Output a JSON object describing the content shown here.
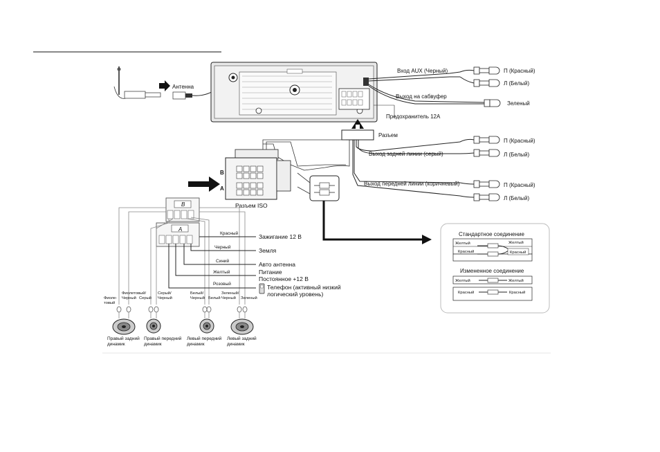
{
  "unit": {
    "antenna_label": "Антенна",
    "fuse_label": "Предохранитель 12А",
    "aux_in_label": "Вход AUX (Черный)",
    "sub_out_label": "Выход на сабвуфер",
    "aux_right": "П (Красный)",
    "aux_left": "Л (Белый)",
    "sub_color": "Зеленый"
  },
  "connector": {
    "label": "Разъем",
    "rear_line_label": "Выход задней линии (серый)",
    "front_line_label": "Выход передней линии (коричневый)",
    "rear_right": "П (Красный)",
    "rear_left": "Л (Белый)",
    "front_right": "П (Красный)",
    "front_left": "Л (Белый)"
  },
  "iso": {
    "label": "Разъем ISO",
    "row_b": "B",
    "row_a": "A",
    "block_b": "B",
    "block_a": "A"
  },
  "wires": {
    "red_short": "Красный",
    "ignition": "Зажигание 12 В",
    "black_short": "Черный",
    "ground": "Земля",
    "blue_short": "Синий",
    "auto_antenna": "Авто антенна",
    "yellow_short": "Желтый",
    "power_line1": "Питание",
    "power_line2": "Постоянное +12 В",
    "pink_short": "Розовый",
    "phone_line1": "Телефон (активный низкий",
    "phone_line2": "логический уровень)"
  },
  "speaker_wires": {
    "violet_a": "Фиоле-",
    "violet_b": "товый",
    "violet_black_a": "Фиолетовый/",
    "violet_black_b": "Черный",
    "gray": "Серый",
    "gray_black_a": "Серый/",
    "gray_black_b": "Черный",
    "white_black_a": "Белый/",
    "white_black_b": "Черный",
    "white": "Белый",
    "green_black_a": "Зеленый/",
    "green_black_b": "Черный",
    "green": "Зеленый"
  },
  "speakers": [
    {
      "line1": "Правый задний",
      "line2": "динамик"
    },
    {
      "line1": "Правый передний",
      "line2": "динамик"
    },
    {
      "line1": "Левый передний",
      "line2": "динамик"
    },
    {
      "line1": "Левый задний",
      "line2": "динамик"
    }
  ],
  "inset": {
    "standard_title": "Стандартное соединение",
    "modified_title": "Измененное соединение",
    "yellow": "Желтый",
    "red": "Красный"
  },
  "colors": {
    "line": "#222222",
    "gray_line": "#888888",
    "unit_fill": "#e8e8e8",
    "inset_border": "#bbbbbb"
  }
}
